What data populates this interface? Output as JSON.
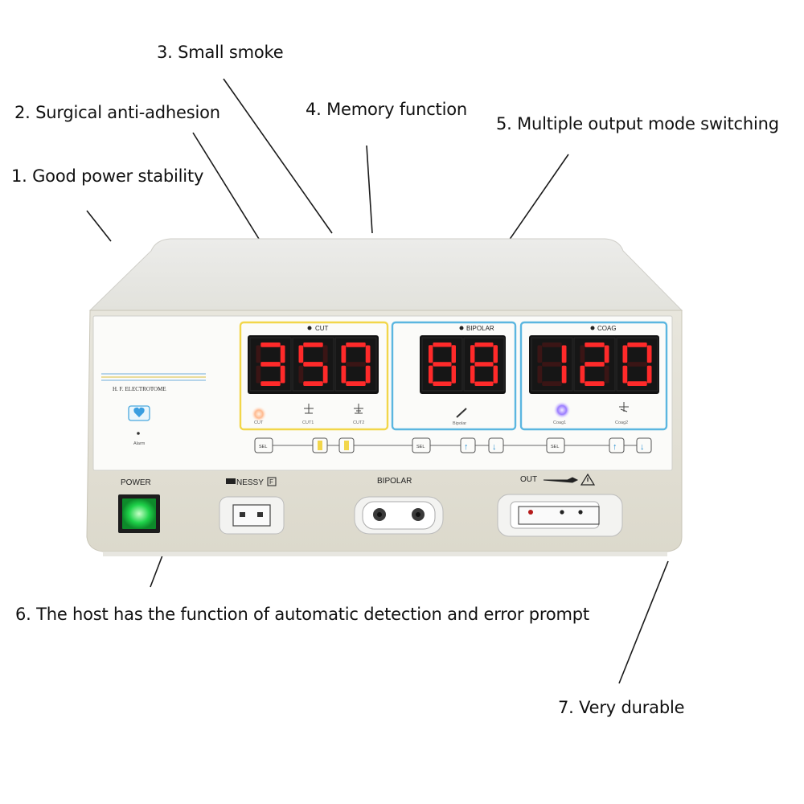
{
  "callouts": {
    "c1": "1. Good power stability",
    "c2": "2. Surgical anti-adhesion",
    "c3": "3. Small smoke",
    "c4": "4. Memory function",
    "c5": "5. Multiple output mode switching",
    "c6": "6. The host has the function of automatic detection and error prompt",
    "c7": "7. Very durable"
  },
  "device": {
    "brand": "H. F. ELECTROTOME",
    "alarm_label": "Alarm",
    "cut": {
      "title": "CUT",
      "display": "350",
      "modes": [
        "CUT",
        "CUT1",
        "CUT2"
      ],
      "frame_color": "#f2d64a"
    },
    "bipolar": {
      "title": "BIPOLAR",
      "display": "88",
      "mode": "Bipolar",
      "frame_color": "#5bb6e0"
    },
    "coag": {
      "title": "COAG",
      "display": "120",
      "modes": [
        "Coag1",
        "Coag2"
      ],
      "frame_color": "#5bb6e0"
    },
    "buttons": {
      "sel": "SEL",
      "up": "↑",
      "down": "↓"
    },
    "ports": {
      "power": "POWER",
      "nessy": "NESSY",
      "nessy_tag": "F",
      "bipolar": "BIPOLAR",
      "out": "OUT"
    },
    "colors": {
      "digit_on": "#ff2a2a",
      "power_switch": "#1fd24a",
      "cut_led": "#ffb07a",
      "coag_led": "#8a6bff"
    }
  }
}
